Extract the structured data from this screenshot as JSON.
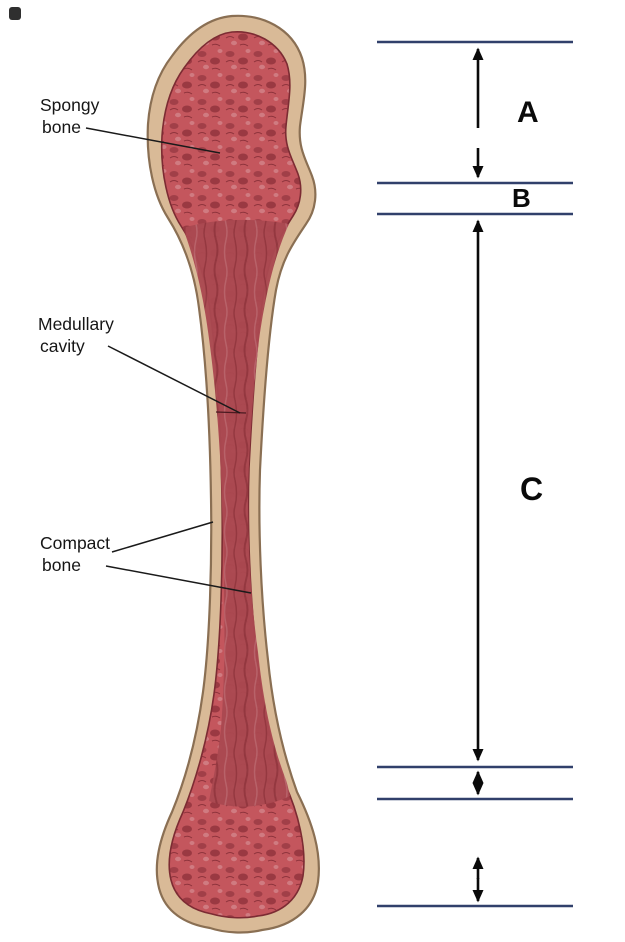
{
  "diagram": {
    "labels": {
      "spongy_bone": {
        "line1": "Spongy",
        "line2": "bone"
      },
      "medullary_cavity": {
        "line1": "Medullary",
        "line2": "cavity"
      },
      "compact_bone": {
        "line1": "Compact",
        "line2": "bone"
      }
    },
    "regions": {
      "a": "A",
      "b": "B",
      "c": "C"
    },
    "colors": {
      "background": "#ffffff",
      "text": "#161616",
      "leader_line": "#1a1a1a",
      "bracket_line": "#31406b",
      "arrow": "#0a0a0a",
      "compact_bone_fill": "#d9ba97",
      "compact_bone_edge": "#8a6f53",
      "spongy_fill": "#c4565d",
      "medullary_fill": "#aa4850",
      "inner_edge": "#7c2b33"
    }
  }
}
